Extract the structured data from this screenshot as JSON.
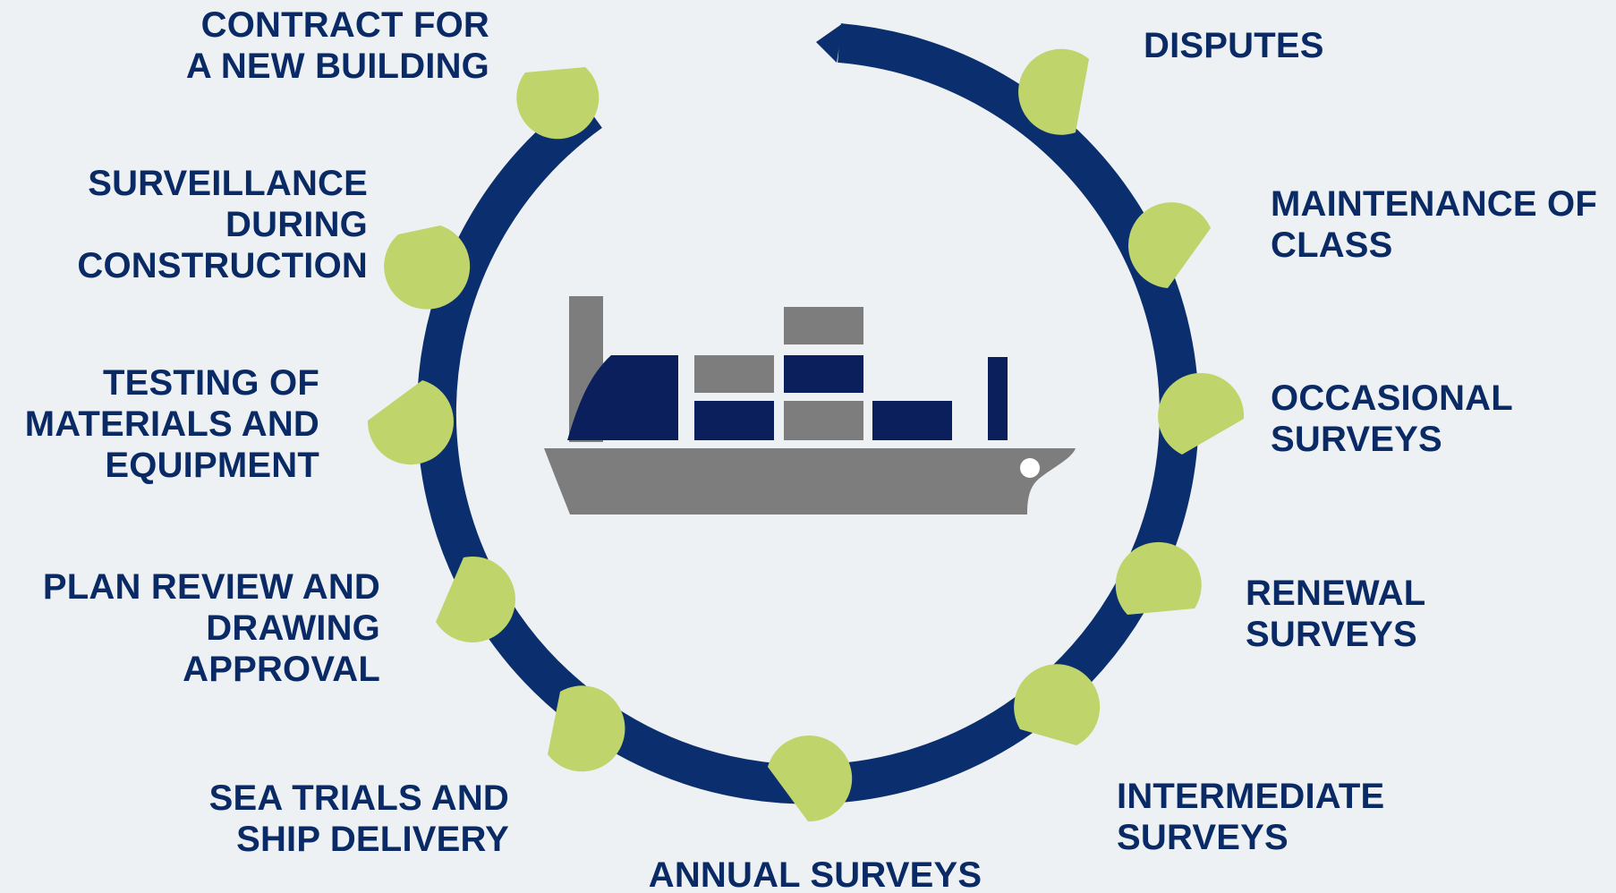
{
  "colors": {
    "background": "#eef1f3",
    "ring": "#0b2e6e",
    "marker": "#bfd46a",
    "ship_dark": "#0b1f5c",
    "ship_gray": "#7d7d7d",
    "text": "#0a2a66"
  },
  "cycle": {
    "stages": [
      {
        "id": "contract",
        "label": "CONTRACT FOR\nA NEW BUILDING"
      },
      {
        "id": "surveillance",
        "label": "SURVEILLANCE\nDURING\nCONSTRUCTION"
      },
      {
        "id": "testing",
        "label": "TESTING OF\nMATERIALS AND\nEQUIPMENT"
      },
      {
        "id": "plan-review",
        "label": "PLAN REVIEW AND\nDRAWING\nAPPROVAL"
      },
      {
        "id": "sea-trials",
        "label": "SEA TRIALS AND\nSHIP DELIVERY"
      },
      {
        "id": "annual",
        "label": "ANNUAL SURVEYS"
      },
      {
        "id": "intermediate",
        "label": "INTERMEDIATE\nSURVEYS"
      },
      {
        "id": "renewal",
        "label": "RENEWAL\nSURVEYS"
      },
      {
        "id": "occasional",
        "label": "OCCASIONAL\nSURVEYS"
      },
      {
        "id": "maintenance",
        "label": "MAINTENANCE OF\nCLASS"
      },
      {
        "id": "disputes",
        "label": "DISPUTES"
      }
    ]
  },
  "icons": {
    "center": "container-ship-icon",
    "marker": "map-pin-icon"
  }
}
